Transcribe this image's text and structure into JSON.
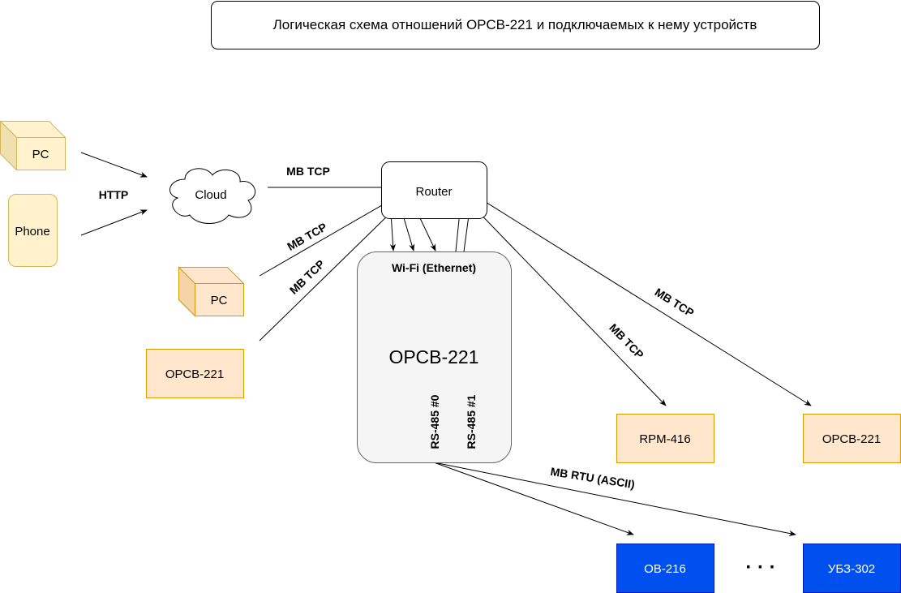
{
  "title": "Логическая схема отношений ОРСВ-221 и подключаемых к нему устройств",
  "nodes": {
    "pc_remote": "PC",
    "phone": "Phone",
    "cloud": "Cloud",
    "router": "Router",
    "pc_local": "PC",
    "orsv_left": "ОРСВ-221",
    "main_device": "ОРСВ-221",
    "main_interface": "Wi-Fi (Ethernet)",
    "port0": "RS-485 #0",
    "port1": "RS-485 #1",
    "rpm": "RPM-416",
    "orsv_right": "ОРСВ-221",
    "ov": "ОВ-216",
    "ellipsis": "· · ·",
    "ubz": "УБЗ-302"
  },
  "edges": {
    "http": "HTTP",
    "cloud_router": "MB TCP",
    "pc_router": "MB TCP",
    "orsv_router": "MB TCP",
    "router_rpm": "MB TCP",
    "router_orsv": "MB TCP",
    "rs485": "MB RTU (ASCII)"
  },
  "colors": {
    "device_fill": "#FFE6CC",
    "device_stroke": "#D79B00",
    "pc_fill": "#FFF2CC",
    "pc_stroke": "#D6B656",
    "main_fill": "#F5F5F5",
    "main_stroke": "#666666",
    "slave_fill": "#0050EF",
    "slave_stroke": "#001DBC"
  }
}
